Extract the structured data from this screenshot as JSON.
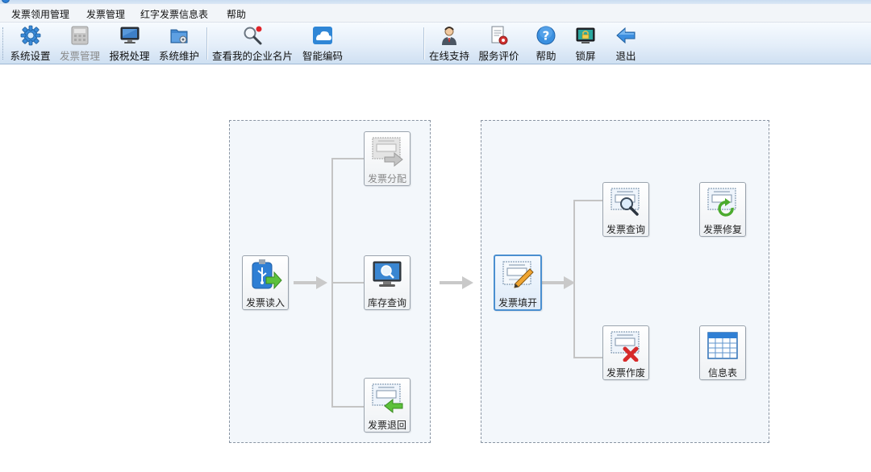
{
  "menu": [
    {
      "label": "发票领用管理"
    },
    {
      "label": "发票管理"
    },
    {
      "label": "红字发票信息表"
    },
    {
      "label": "帮助"
    }
  ],
  "toolbar": {
    "buttons": [
      {
        "label": "系统设置",
        "icon": "gear-icon"
      },
      {
        "label": "发票管理",
        "icon": "calculator-icon",
        "disabled": true
      },
      {
        "label": "报税处理",
        "icon": "monitor-icon"
      },
      {
        "label": "系统维护",
        "icon": "maintenance-icon"
      },
      {
        "label": "查看我的企业名片",
        "icon": "magnifier-icon"
      },
      {
        "label": "智能编码",
        "icon": "cloud-icon"
      },
      {
        "label": "在线支持",
        "icon": "support-person-icon"
      },
      {
        "label": "服务评价",
        "icon": "evaluation-icon"
      },
      {
        "label": "帮助",
        "icon": "help-icon"
      },
      {
        "label": "锁屏",
        "icon": "lock-screen-icon"
      },
      {
        "label": "退出",
        "icon": "exit-arrow-icon"
      }
    ]
  },
  "workflow": {
    "read": {
      "label": "发票读入"
    },
    "distribute": {
      "label": "发票分配"
    },
    "inventory": {
      "label": "库存查询"
    },
    "return": {
      "label": "发票退回"
    },
    "fill": {
      "label": "发票填开"
    },
    "query": {
      "label": "发票查询"
    },
    "repair": {
      "label": "发票修复"
    },
    "void": {
      "label": "发票作废"
    },
    "info": {
      "label": "信息表"
    }
  },
  "colors": {
    "accent": "#4a8fd0",
    "panel_bg": "#f3f7fb",
    "toolbar_bg": "#dde9f6"
  }
}
